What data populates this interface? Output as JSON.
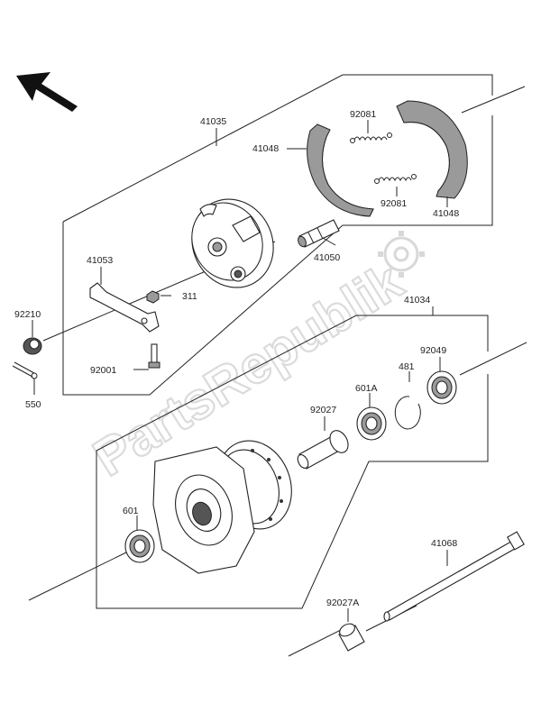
{
  "watermark": "PartsRepublik",
  "labels": {
    "l41035": "41035",
    "l92081a": "92081",
    "l41048a": "41048",
    "l92081b": "92081",
    "l41048b": "41048",
    "l41053": "41053",
    "l311": "311",
    "l41050": "41050",
    "l92210": "92210",
    "l92001": "92001",
    "l550": "550",
    "l41034": "41034",
    "l92049": "92049",
    "l481": "481",
    "l601A": "601A",
    "l92027": "92027",
    "l601": "601",
    "l41068": "41068",
    "l92027A": "92027A"
  },
  "icons": [
    "direction-arrow-icon",
    "gear-logo-icon"
  ]
}
